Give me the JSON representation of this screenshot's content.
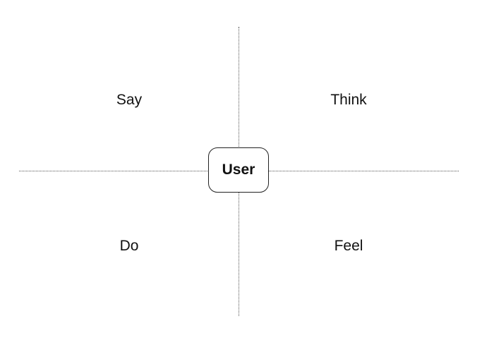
{
  "diagram": {
    "center": {
      "label": "User"
    },
    "quadrants": {
      "top_left": "Say",
      "top_right": "Think",
      "bottom_left": "Do",
      "bottom_right": "Feel"
    }
  },
  "colors": {
    "line": "#555555",
    "text": "#111111",
    "node_border": "#222222",
    "background": "#ffffff"
  }
}
